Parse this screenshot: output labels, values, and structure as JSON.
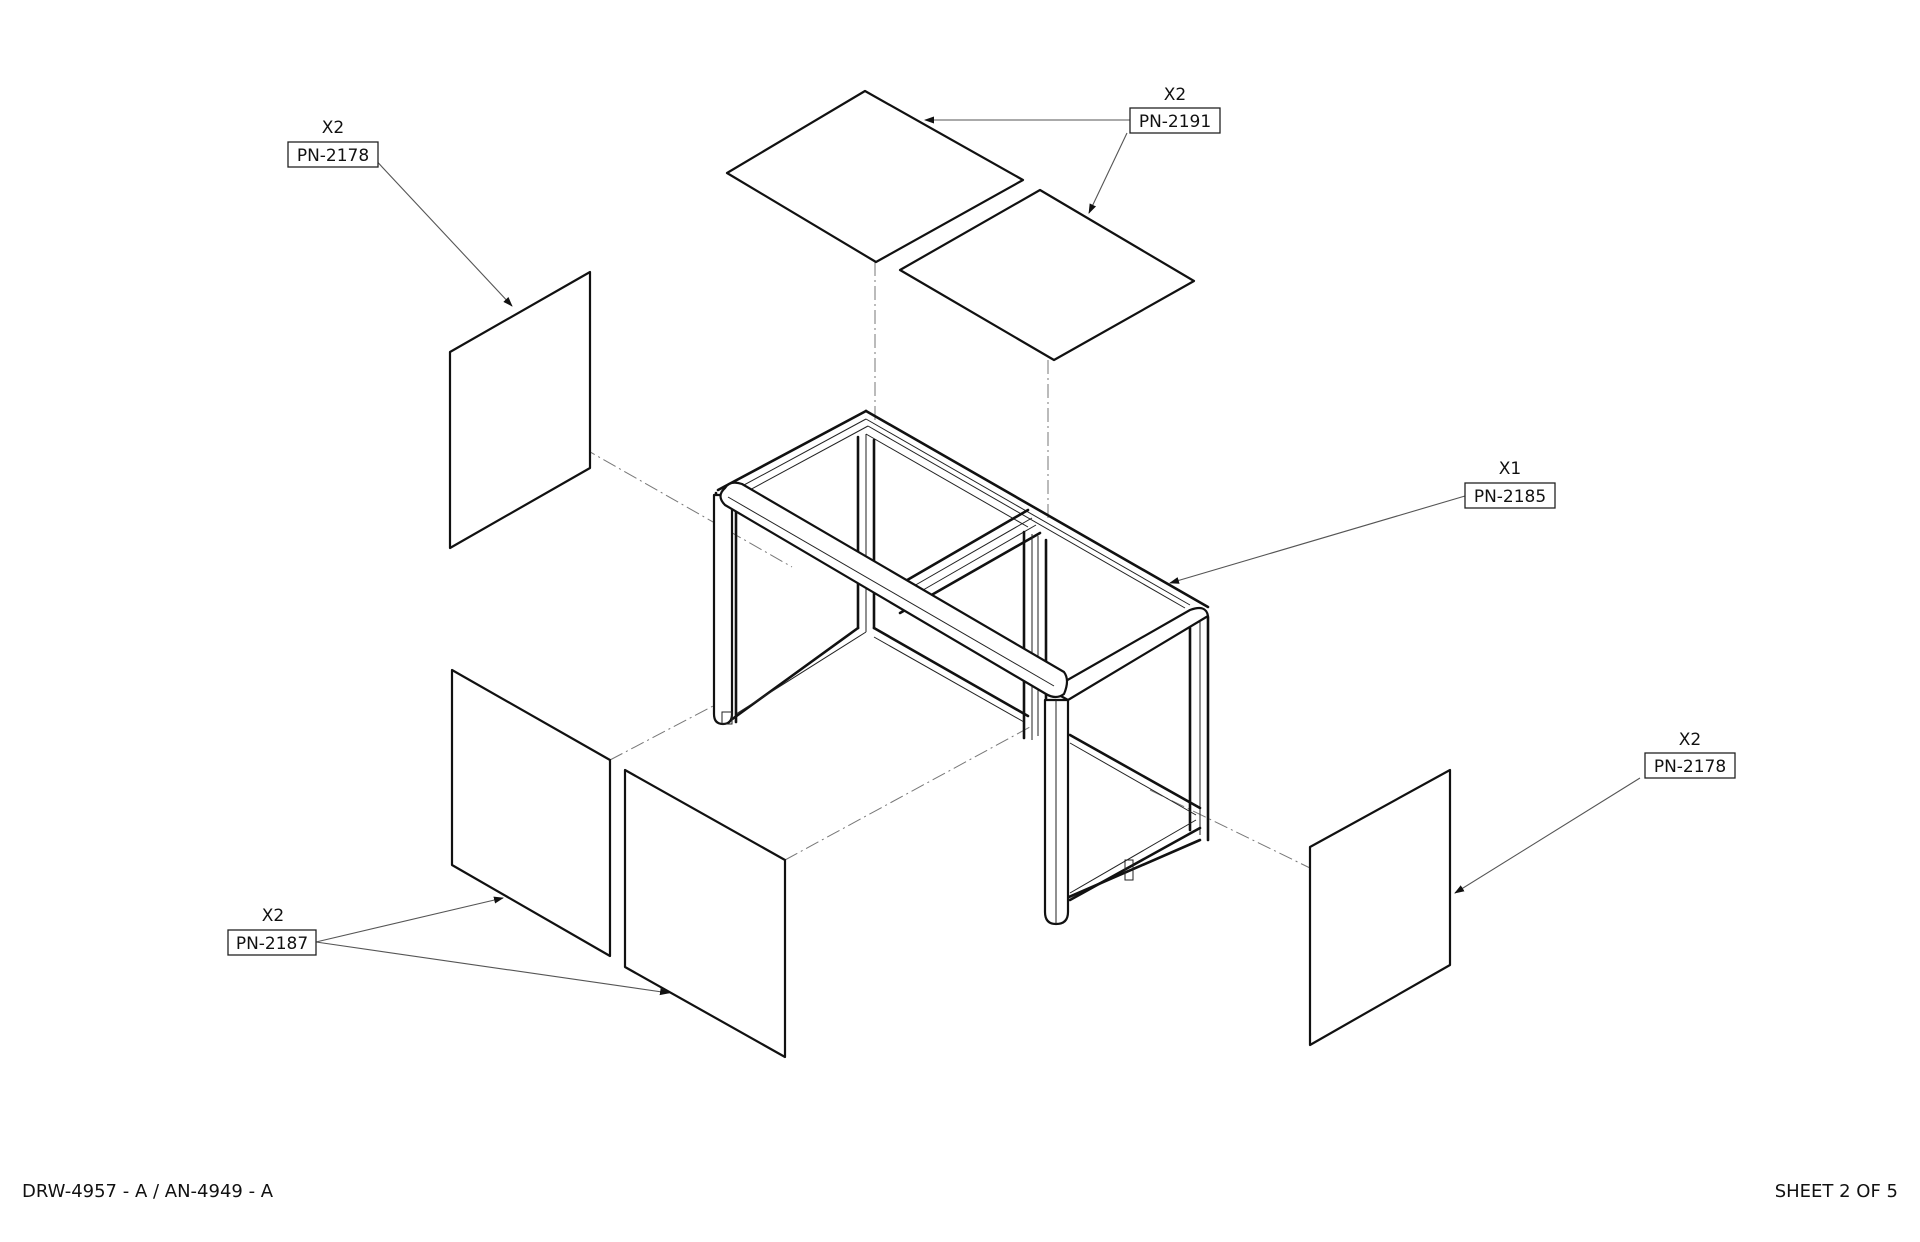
{
  "callouts": [
    {
      "qty": "X2",
      "part": "PN-2178"
    },
    {
      "qty": "X2",
      "part": "PN-2191"
    },
    {
      "qty": "X1",
      "part": "PN-2185"
    },
    {
      "qty": "X2",
      "part": "PN-2178"
    },
    {
      "qty": "X2",
      "part": "PN-2187"
    }
  ],
  "footer": {
    "drawing_id": "DRW-4957 - A / AN-4949 - A",
    "sheet": "SHEET 2 OF 5"
  }
}
